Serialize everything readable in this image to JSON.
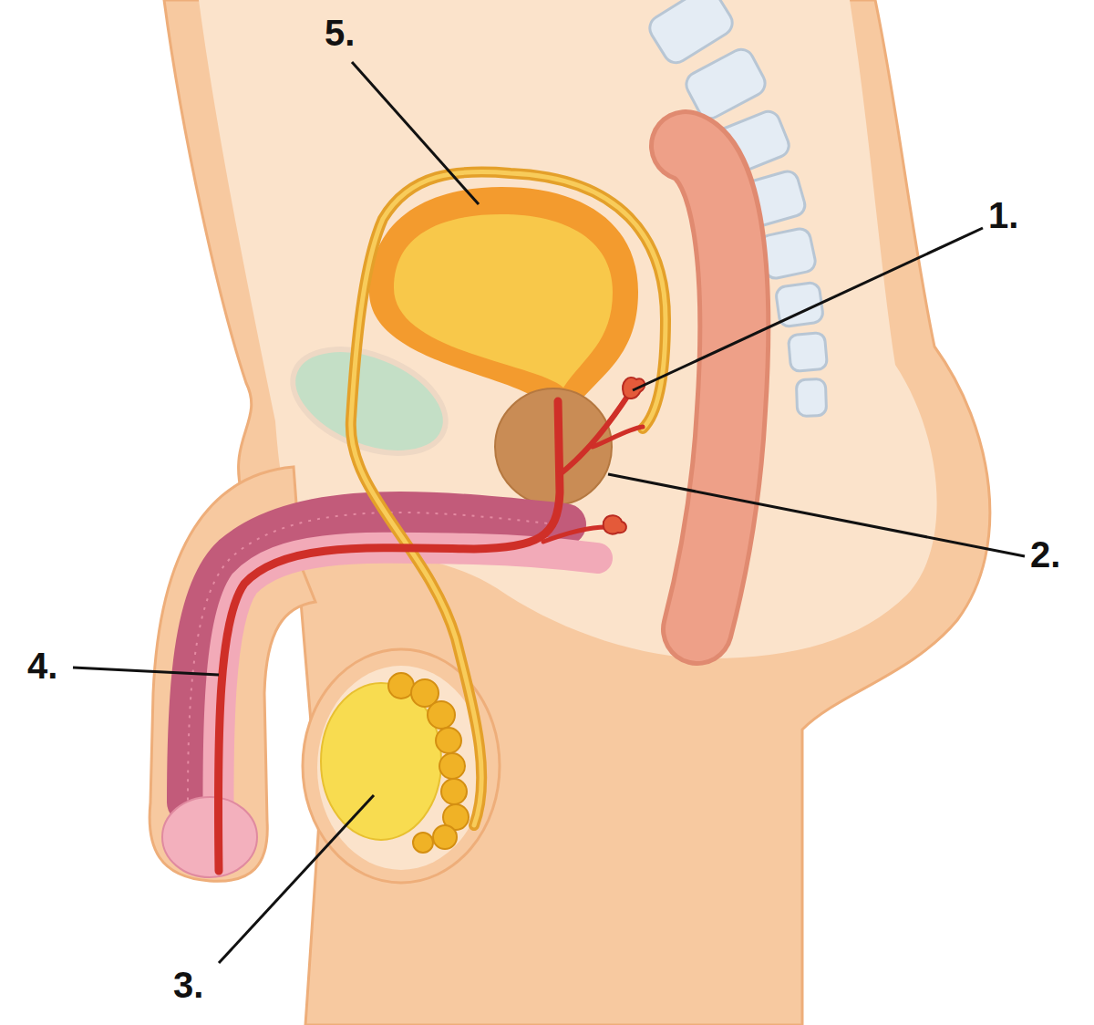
{
  "diagram": {
    "labels": [
      "5.",
      "1.",
      "2.",
      "4.",
      "3."
    ]
  }
}
